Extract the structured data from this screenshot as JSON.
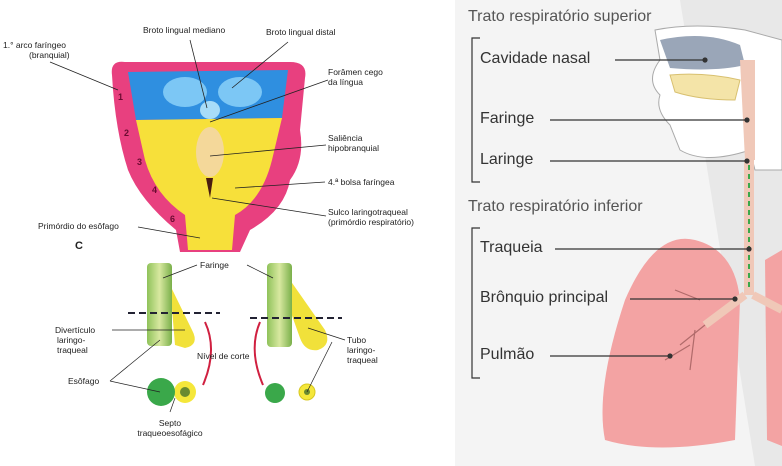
{
  "left_figure": {
    "top_labels": {
      "broto_mediano": "Broto lingual mediano",
      "broto_distal": "Broto lingual distal",
      "arco1_line1": "1.° arco faríngeo",
      "arco1_line2": "(branquial)",
      "foramen_line1": "Forâmen cego",
      "foramen_line2": "da língua",
      "saliencia_line1": "Saliência",
      "saliencia_line2": "hipobranquial",
      "bolsa4": "4.ª bolsa faríngea",
      "sulco_line1": "Sulco laringotraqueal",
      "sulco_line2": "(primórdio respiratório)",
      "primordio_esofago": "Primórdio do esôfago",
      "panel_letter": "C",
      "arch_numbers": [
        "1",
        "2",
        "3",
        "4",
        "6"
      ]
    },
    "bottom_labels": {
      "faringe": "Faringe",
      "diverticulo_line1": "Divertículo",
      "diverticulo_line2": "laringo-",
      "diverticulo_line3": "traqueal",
      "esofago": "Esôfago",
      "nivel_corte": "Nível de corte",
      "tubo_line1": "Tubo",
      "tubo_line2": "laringo-",
      "tubo_line3": "traqueal",
      "septo_line1": "Septo",
      "septo_line2": "traqueoesofágico"
    }
  },
  "right_figure": {
    "upper_title": "Trato respiratório superior",
    "upper_items": [
      "Cavidade nasal",
      "Faringe",
      "Laringe"
    ],
    "lower_title": "Trato respiratório inferior",
    "lower_items": [
      "Traqueia",
      "Brônquio principal",
      "Pulmão"
    ]
  },
  "colors": {
    "arch_pink": "#e8407f",
    "tongue_blue": "#2f8fe0",
    "yellow": "#f7e03a",
    "lung_pink": "#f3a3a3",
    "green": "#3aa84a"
  }
}
